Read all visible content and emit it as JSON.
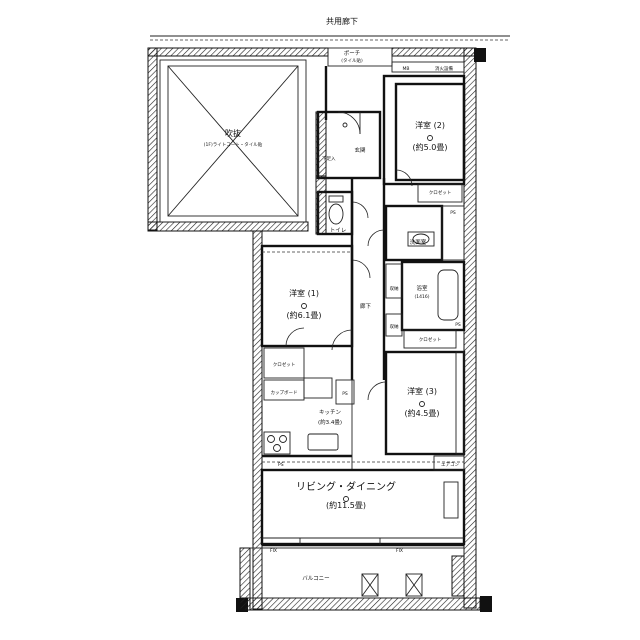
{
  "labels": {
    "corridor": "共用廊下",
    "porch": "ポーチ",
    "porch_sub": "(タイル貼)",
    "mb": "MB",
    "fire_box": "消火設備",
    "atrium": "吹抜",
    "atrium_sub": "(1F)ライトコート・タイル貼",
    "entrance": "玄関",
    "western2": "洋室 (2)",
    "western2_size": "(約5.0畳)",
    "toilet": "トイレ",
    "washroom": "洗面室",
    "bath": "浴室",
    "bath_size": "(1416)",
    "western1": "洋室 (1)",
    "western1_size": "(約6.1畳)",
    "hallway": "廊下",
    "storage": "収納",
    "closet": "クロゼット",
    "ps": "PS",
    "western3": "洋室 (3)",
    "western3_size": "(約4.5畳)",
    "kitchen": "キッチン",
    "kitchen_size": "(約3.4畳)",
    "cupboard": "カップボード",
    "ldk": "リビング・ダイニング",
    "ldk_size": "(約11.5畳)",
    "balcony": "バルコニー",
    "fix": "FIX",
    "shoebox": "下足入",
    "ac": "エアコン"
  }
}
